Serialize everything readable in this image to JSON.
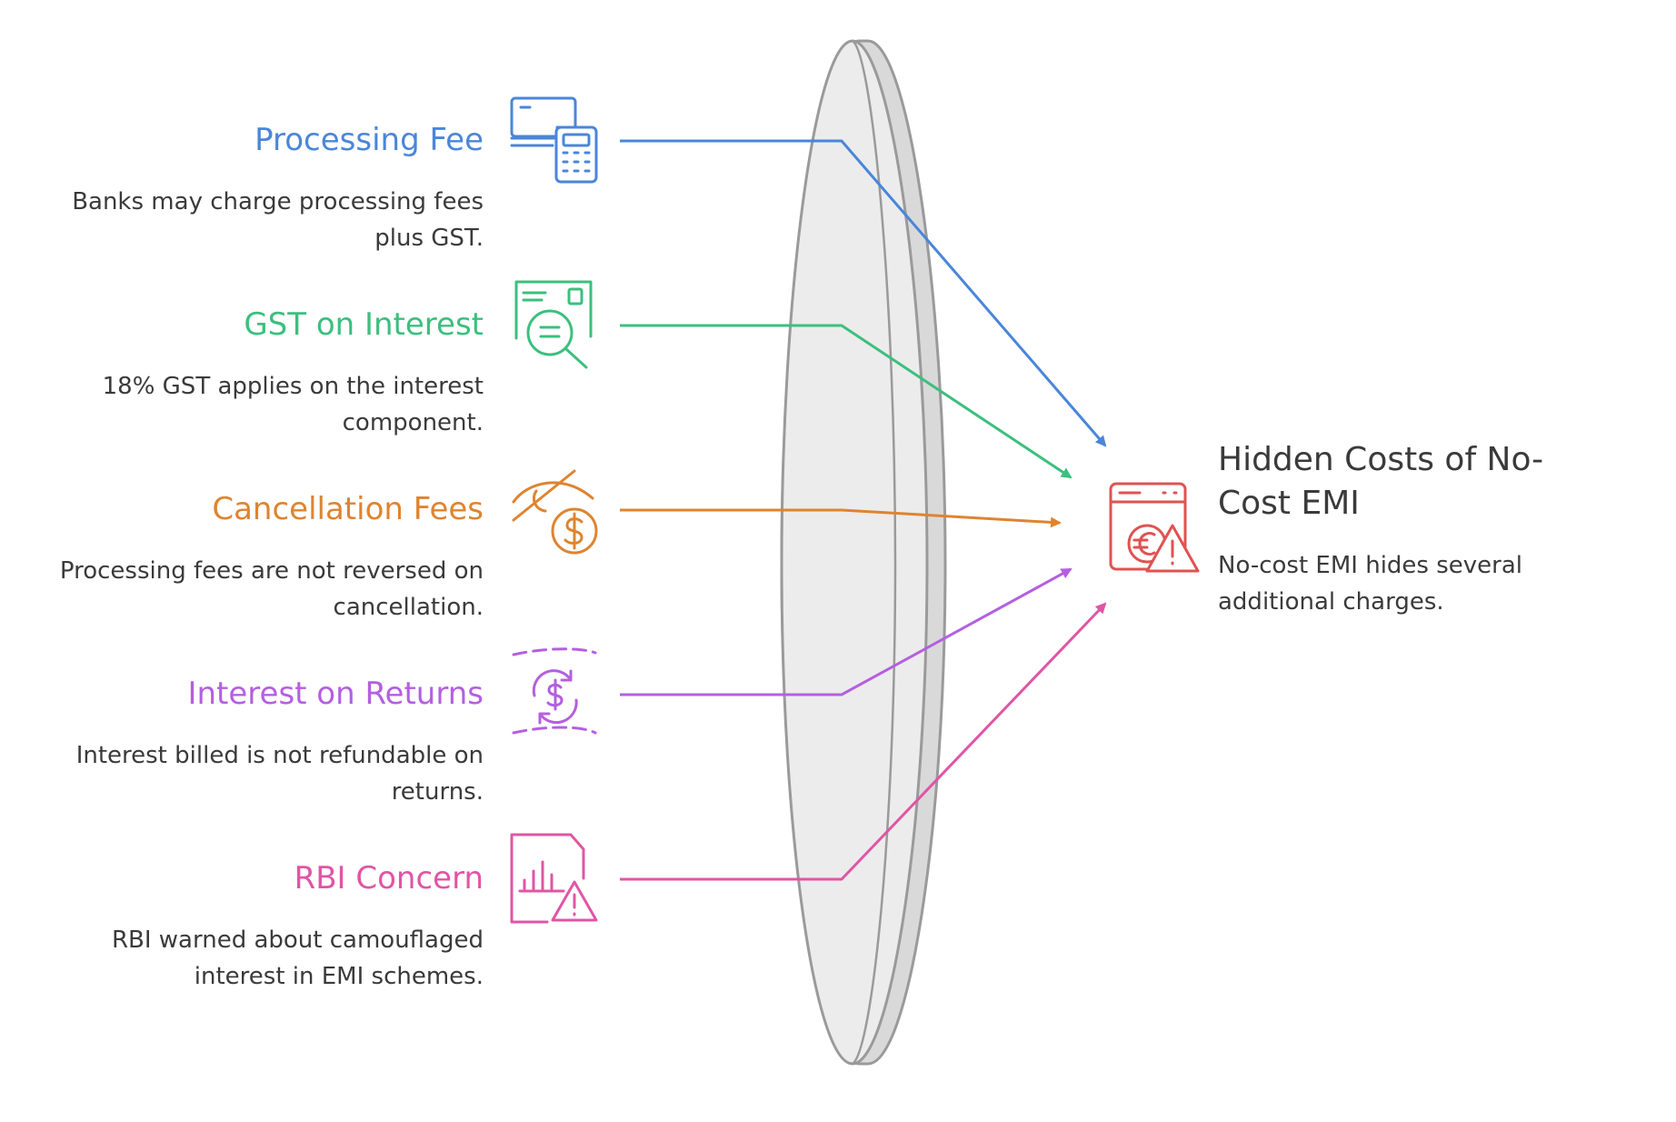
{
  "items": [
    {
      "title": "Processing Fee",
      "description": "Banks may charge processing fees plus GST.",
      "color": "#4a86d9",
      "icon": "money-calculator-icon"
    },
    {
      "title": "GST on Interest",
      "description": "18% GST applies on the interest component.",
      "color": "#3cbf7e",
      "icon": "document-search-icon"
    },
    {
      "title": "Cancellation Fees",
      "description": "Processing fees are not reversed on cancellation.",
      "color": "#de8430",
      "icon": "hidden-dollar-icon"
    },
    {
      "title": "Interest on Returns",
      "description": "Interest billed is not refundable on returns.",
      "color": "#b45fe0",
      "icon": "dollar-refresh-icon"
    },
    {
      "title": "RBI Concern",
      "description": "RBI warned about camouflaged interest in EMI schemes.",
      "color": "#e055a6",
      "icon": "report-warning-icon"
    }
  ],
  "target": {
    "title": "Hidden Costs of No-Cost EMI",
    "description": "No-cost EMI hides several additional charges.",
    "color": "#e05252",
    "icon": "euro-warning-window-icon"
  }
}
